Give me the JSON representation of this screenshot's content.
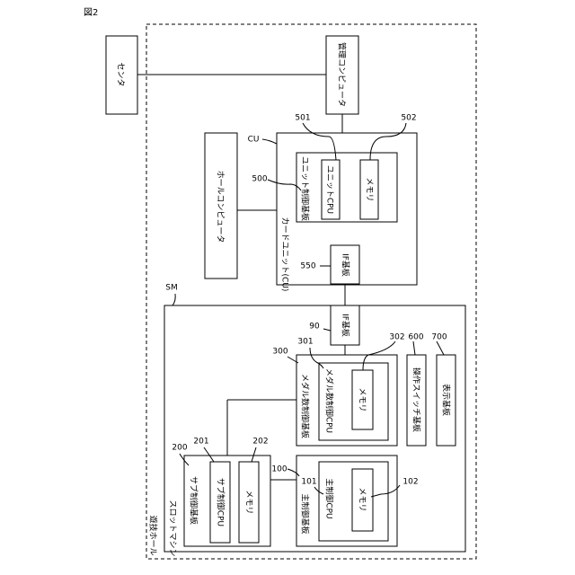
{
  "figure_label": "図2",
  "labels": {
    "center": "センタ",
    "mgmt_computer": "管理コンピュータ",
    "hall_computer": "ホールコンピュータ",
    "card_unit": "カードユニット(CU)",
    "unit_ctrl_board": "ユニット制御基板",
    "unit_cpu": "ユニットCPU",
    "unit_memory": "メモリ",
    "cu_if_board": "IF基板",
    "game_hall": "遊技ホール",
    "slot_machine": "スロットマシン",
    "sm_if_board": "IF基板",
    "medal_ctrl_board": "メダル数制御基板",
    "medal_cpu": "メダル数制御CPU",
    "medal_memory": "メモリ",
    "op_switch_board": "操作スイッチ基板",
    "display_board": "表示基板",
    "sub_ctrl_board": "サブ制御基板",
    "sub_cpu": "サブ制御CPU",
    "sub_memory": "メモリ",
    "main_ctrl_board": "主制御基板",
    "main_cpu": "主制御CPU",
    "main_memory": "メモリ"
  },
  "refs": {
    "cu": "CU",
    "r500": "500",
    "r501": "501",
    "r502": "502",
    "r550": "550",
    "sm": "SM",
    "r90": "90",
    "r300": "300",
    "r301": "301",
    "r302": "302",
    "r600": "600",
    "r700": "700",
    "r200": "200",
    "r201": "201",
    "r202": "202",
    "r100": "100",
    "r101": "101",
    "r102": "102"
  }
}
